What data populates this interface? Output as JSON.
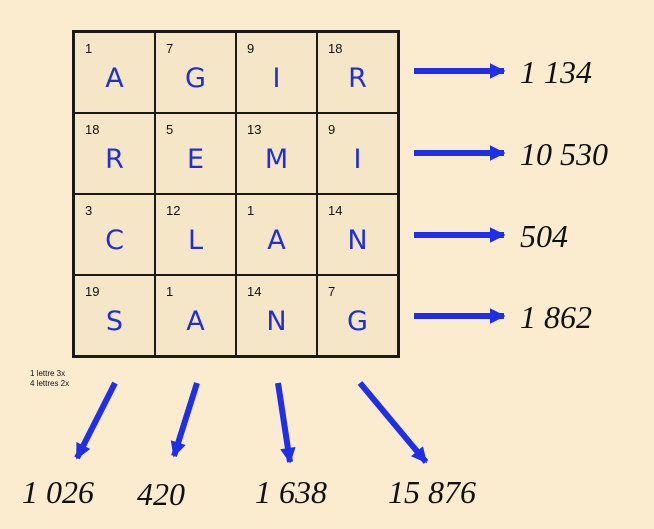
{
  "grid": {
    "rows": [
      [
        {
          "num": "1",
          "letter": "A"
        },
        {
          "num": "7",
          "letter": "G"
        },
        {
          "num": "9",
          "letter": "I"
        },
        {
          "num": "18",
          "letter": "R"
        }
      ],
      [
        {
          "num": "18",
          "letter": "R"
        },
        {
          "num": "5",
          "letter": "E"
        },
        {
          "num": "13",
          "letter": "M"
        },
        {
          "num": "9",
          "letter": "I"
        }
      ],
      [
        {
          "num": "3",
          "letter": "C"
        },
        {
          "num": "12",
          "letter": "L"
        },
        {
          "num": "1",
          "letter": "A"
        },
        {
          "num": "14",
          "letter": "N"
        }
      ],
      [
        {
          "num": "19",
          "letter": "S"
        },
        {
          "num": "1",
          "letter": "A"
        },
        {
          "num": "14",
          "letter": "N"
        },
        {
          "num": "7",
          "letter": "G"
        }
      ]
    ]
  },
  "row_products": [
    "1 134",
    "10 530",
    "504",
    "1 862"
  ],
  "column_products": [
    "1 026",
    "420",
    "1 638"
  ],
  "diagonal_product": "15 876",
  "note": {
    "line1": "1 lettre 3x",
    "line2": "4 lettres 2x"
  },
  "colors": {
    "background": "#fbecd0",
    "letter": "#1f2fd8",
    "arrow": "#1f2fe8",
    "grid_line": "#1a1a1a"
  }
}
